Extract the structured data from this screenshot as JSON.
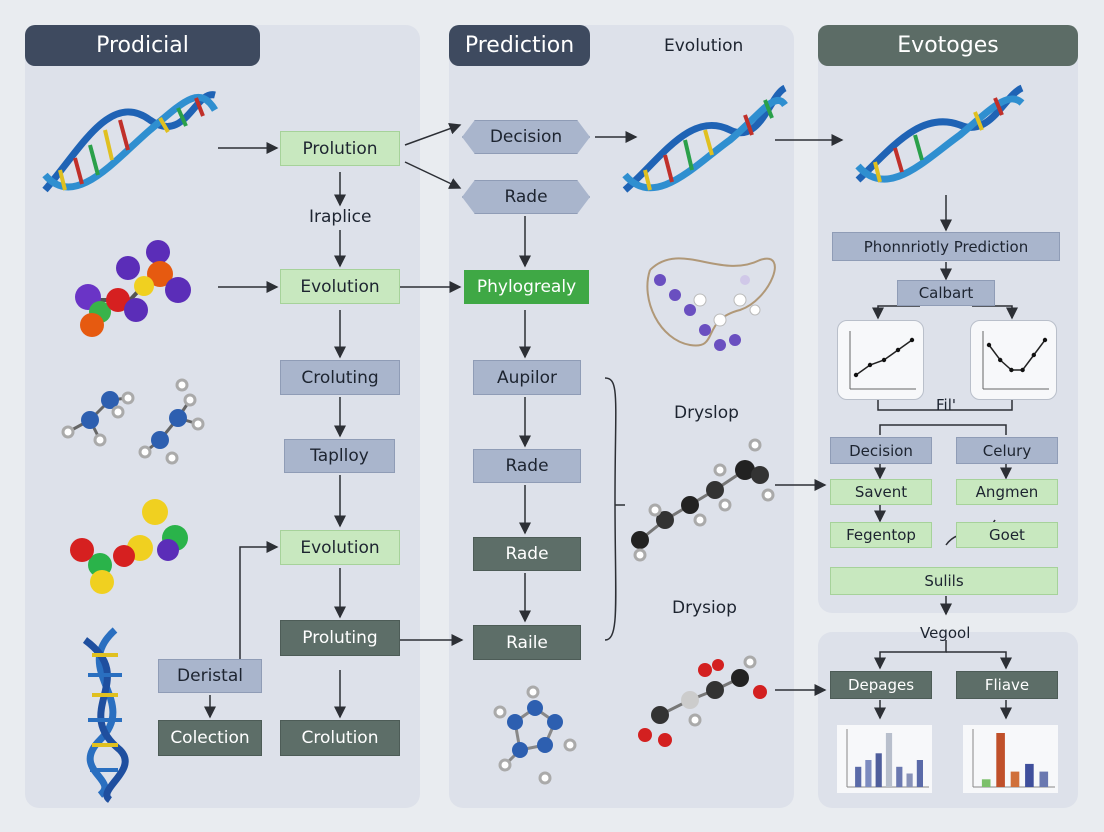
{
  "columns": {
    "left": {
      "title": "Prodicial"
    },
    "middle": {
      "title": "Prediction",
      "side_label": "Evolution"
    },
    "right": {
      "title": "Evotoges"
    }
  },
  "left_nodes": {
    "prolution": "Prolution",
    "iraplice": "Iraplice",
    "evolution1": "Evolution",
    "croluting": "Croluting",
    "taplloy": "Taplloy",
    "evolution2": "Evolution",
    "proluting": "Proluting",
    "deristal": "Deristal",
    "colection": "Colection",
    "crolution": "Crolution"
  },
  "middle_nodes": {
    "decision": "Decision",
    "rade_hex": "Rade",
    "phylogrealy": "Phylogrealy",
    "aupilor": "Aupilor",
    "rade1": "Rade",
    "rade2": "Rade",
    "raile": "Raile",
    "dryslop": "Dryslop",
    "drysiop": "Drysiop"
  },
  "right_nodes": {
    "prediction_bar": "Phonnriotly Prediction",
    "calbart": "Calbart",
    "fil": "Fil'",
    "decision": "Decision",
    "celury": "Celury",
    "savent": "Savent",
    "angmen": "Angmen",
    "fegentop": "Fegentop",
    "goet": "Goet",
    "sulils": "Sulils",
    "vegool": "Vegool",
    "depages": "Depages",
    "fliave": "Fliave"
  },
  "colors": {
    "header_dark": "#3e4a5f",
    "header_teal": "#5c6c66",
    "green_box": "#c8e8bf",
    "blue_box": "#a9b5cc",
    "dark_box": "#5d6e68",
    "bright_green": "#3fa845"
  },
  "mini_line_charts": [
    {
      "type": "line",
      "values": [
        2,
        4,
        5,
        7,
        9
      ]
    },
    {
      "type": "line",
      "values": [
        8,
        5,
        3,
        3,
        6,
        9
      ]
    }
  ],
  "mini_bar_charts": [
    {
      "type": "bar",
      "values": [
        3,
        4,
        5,
        8,
        3,
        2,
        4
      ]
    },
    {
      "type": "bar",
      "values": [
        1,
        7,
        2,
        3,
        2
      ]
    }
  ]
}
